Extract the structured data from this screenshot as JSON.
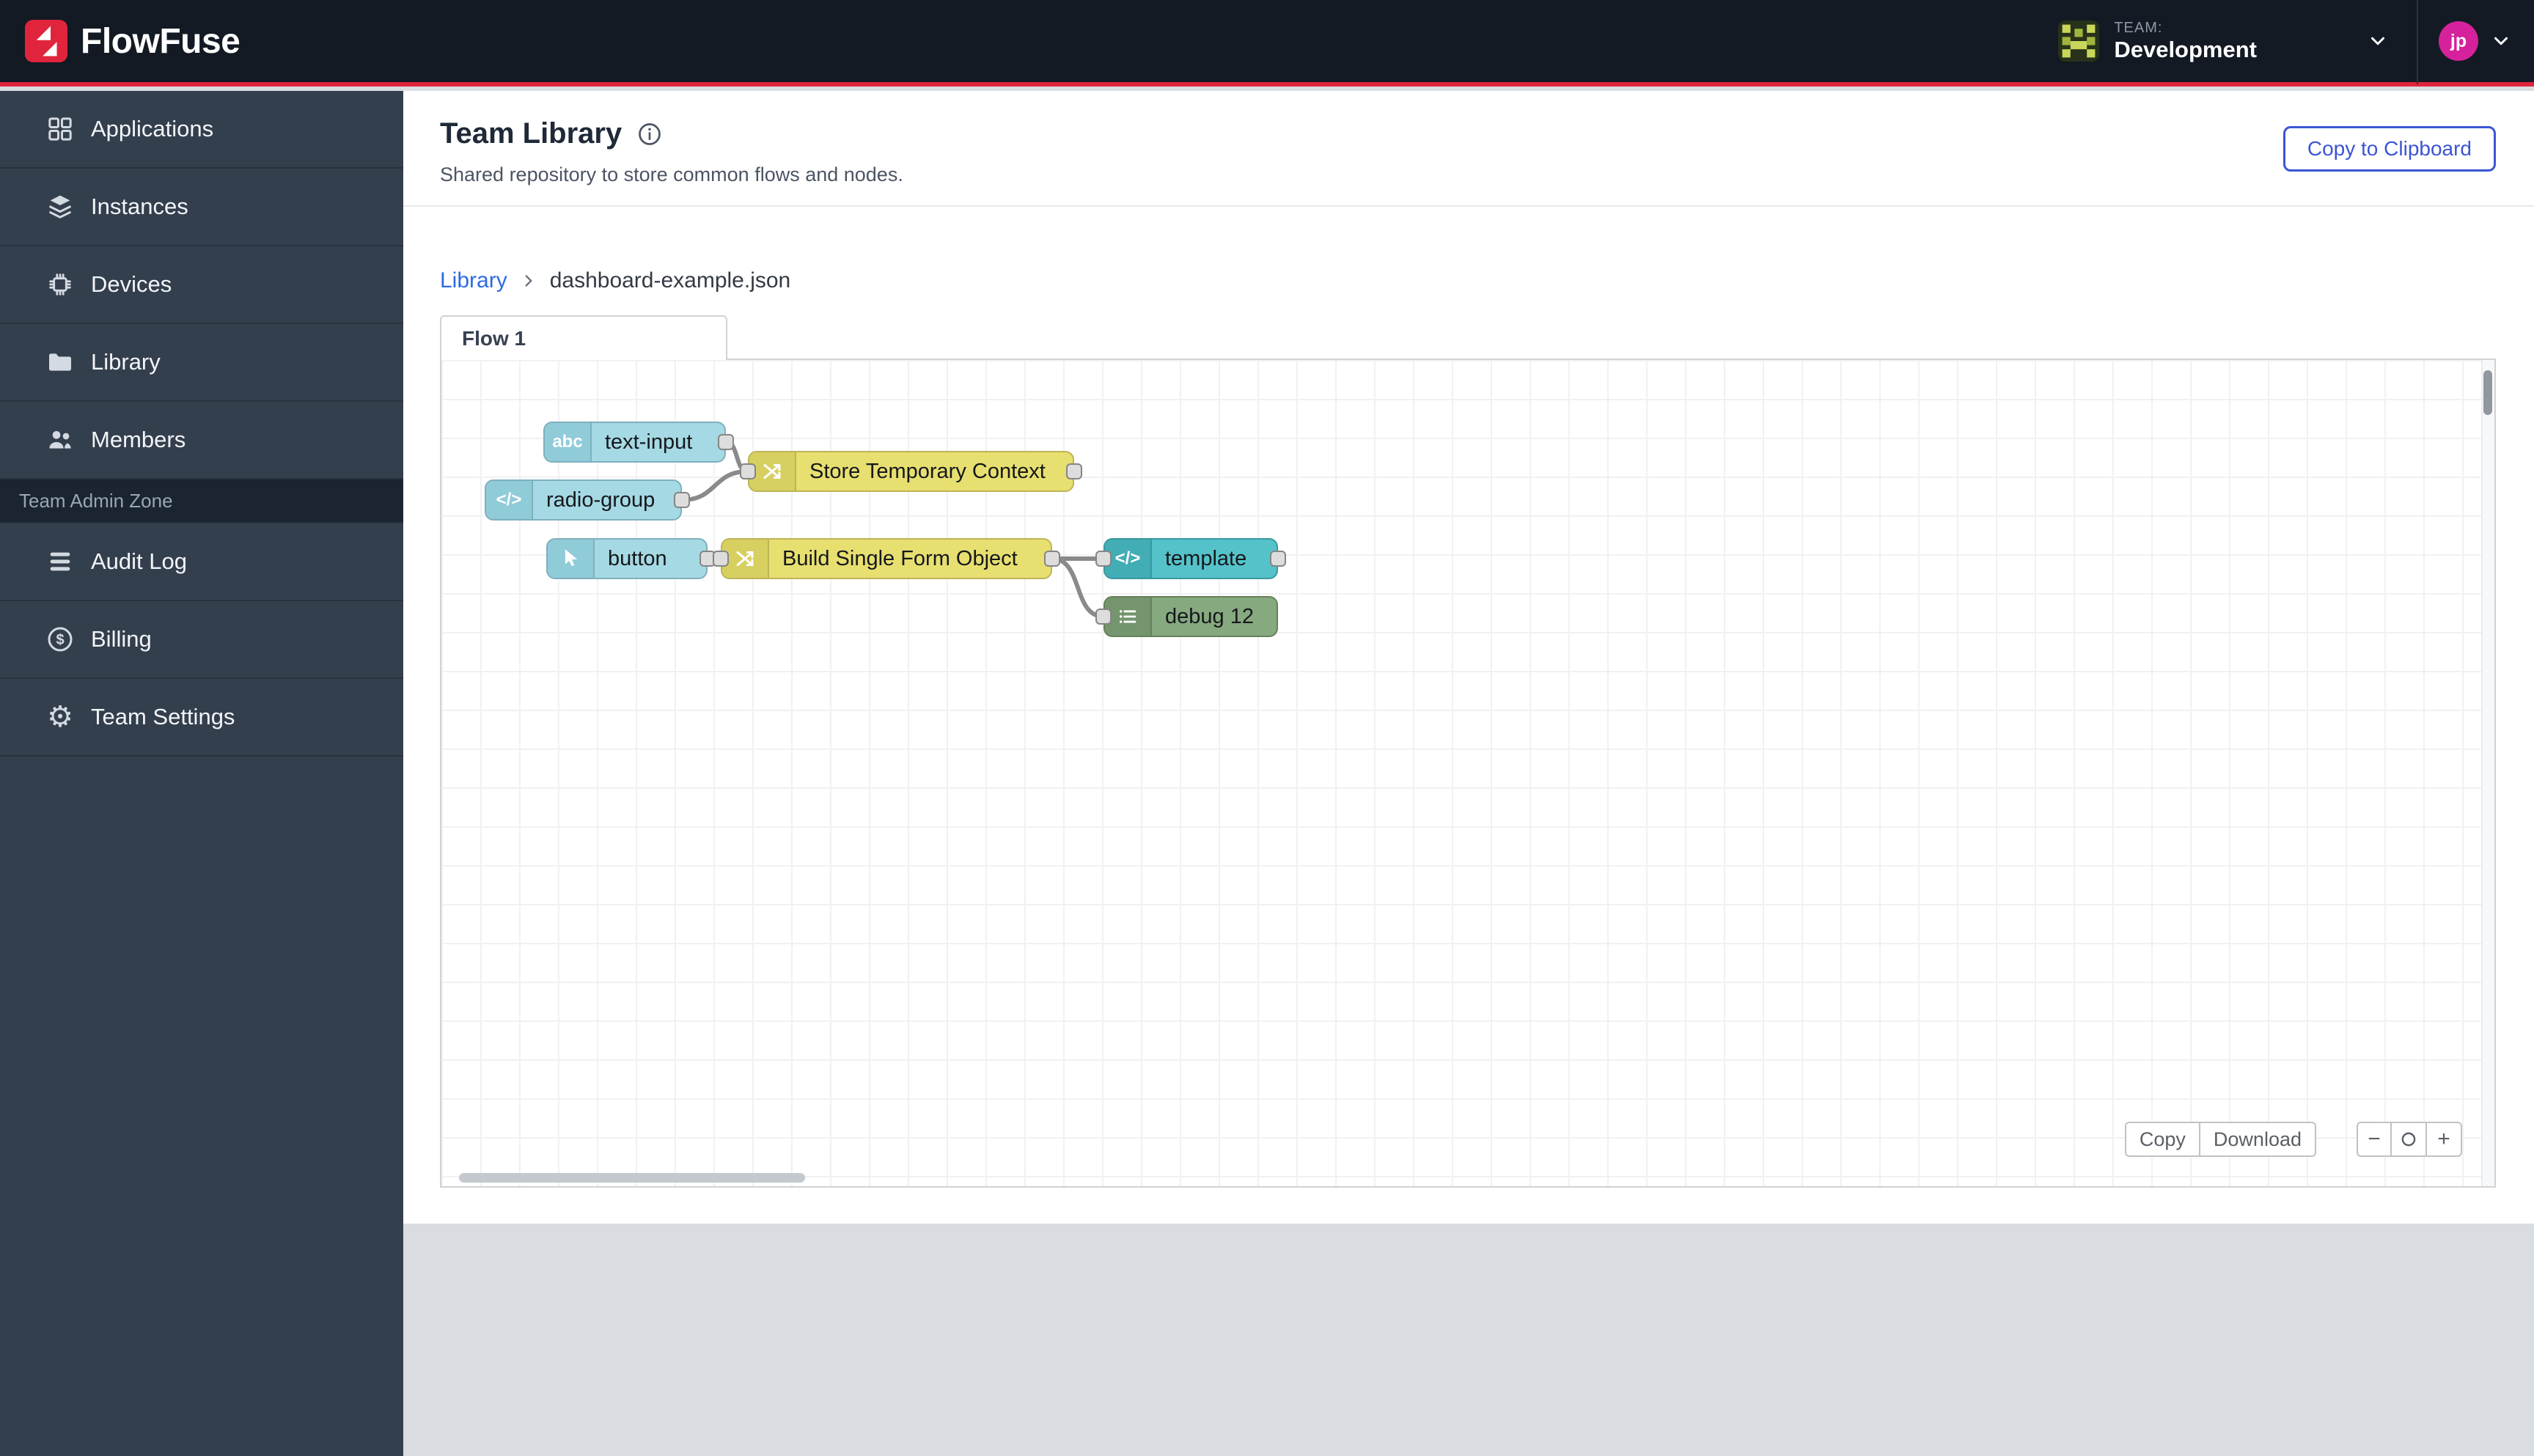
{
  "colors": {
    "brand_red": "#e0243c",
    "accent_blue": "#3b55d4",
    "link_blue": "#2d6ae3",
    "avatar_pink": "#d6219c"
  },
  "navbar": {
    "brand": "FlowFuse",
    "team_label": "TEAM:",
    "team_name": "Development",
    "user_initials": "jp"
  },
  "sidebar": {
    "items": [
      {
        "label": "Applications",
        "icon": "applications-icon"
      },
      {
        "label": "Instances",
        "icon": "instances-icon"
      },
      {
        "label": "Devices",
        "icon": "devices-icon"
      },
      {
        "label": "Library",
        "icon": "library-icon"
      },
      {
        "label": "Members",
        "icon": "members-icon"
      }
    ],
    "section_label": "Team Admin Zone",
    "admin_items": [
      {
        "label": "Audit Log",
        "icon": "audit-log-icon"
      },
      {
        "label": "Billing",
        "icon": "billing-icon"
      },
      {
        "label": "Team Settings",
        "icon": "team-settings-icon"
      }
    ]
  },
  "header": {
    "title": "Team Library",
    "subtitle": "Shared repository to store common flows and nodes.",
    "copy_button": "Copy to Clipboard"
  },
  "breadcrumb": {
    "root": "Library",
    "current": "dashboard-example.json"
  },
  "flow": {
    "tab_label": "Flow 1",
    "wire_color": "#8a8a8a",
    "icon_glyphs": {
      "abc": "abc",
      "code": "</>"
    },
    "zoom_out_glyph": "−",
    "zoom_in_glyph": "+",
    "actions": {
      "copy": "Copy",
      "download": "Download"
    },
    "nodes": [
      {
        "id": "text-input",
        "label": "text-input",
        "type": "ui-text-input",
        "color": "#a5d9e4",
        "icon_bg": "#90cbd8",
        "border": "#7fafbc",
        "icon": "abc-icon"
      },
      {
        "id": "store-temporary-context",
        "label": "Store Temporary Context",
        "type": "change",
        "color": "#e7df70",
        "icon_bg": "#d7cf60",
        "border": "#bdb457",
        "icon": "swap-icon"
      },
      {
        "id": "radio-group",
        "label": "radio-group",
        "type": "ui-radio-group",
        "color": "#a5d9e4",
        "icon_bg": "#90cbd8",
        "border": "#7fafbc",
        "icon": "code-icon"
      },
      {
        "id": "button",
        "label": "button",
        "type": "ui-button",
        "color": "#a5d9e4",
        "icon_bg": "#90cbd8",
        "border": "#7fafbc",
        "icon": "pointer-icon"
      },
      {
        "id": "build-single-form-object",
        "label": "Build Single Form Object",
        "type": "change",
        "color": "#e7df70",
        "icon_bg": "#d7cf60",
        "border": "#bdb457",
        "icon": "swap-icon"
      },
      {
        "id": "template",
        "label": "template",
        "type": "ui-template",
        "color": "#55c2ca",
        "icon_bg": "#42adb5",
        "border": "#39989f",
        "icon": "code-icon"
      },
      {
        "id": "debug-12",
        "label": "debug 12",
        "type": "debug",
        "color": "#87a980",
        "icon_bg": "#74956d",
        "border": "#66805a",
        "icon": "debug-icon"
      }
    ],
    "wires": [
      {
        "from": "text-input",
        "to": "Store Temporary Context"
      },
      {
        "from": "radio-group",
        "to": "Store Temporary Context"
      },
      {
        "from": "button",
        "to": "Build Single Form Object"
      },
      {
        "from": "Build Single Form Object",
        "to": "template"
      },
      {
        "from": "Build Single Form Object",
        "to": "debug 12"
      }
    ]
  }
}
